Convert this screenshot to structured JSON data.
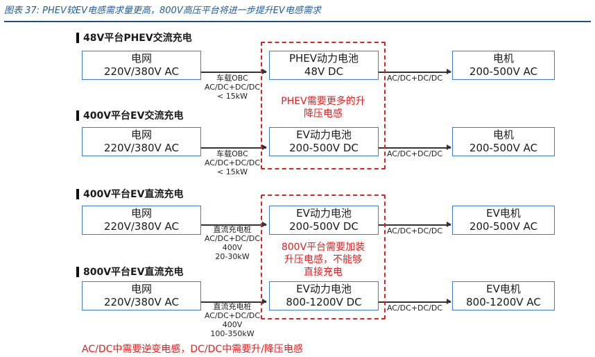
{
  "caption": "图表 37: PHEV较EV电感需求量更高，800V高压平台将进一步提升EV电感需求",
  "sections": [
    {
      "title": "48V平台PHEV交流充电",
      "grid": {
        "line1": "电网",
        "line2": "220V/380V AC"
      },
      "charger": {
        "lines": [
          "车载OBC",
          "AC/DC+DC/DC",
          "< 15kW"
        ]
      },
      "battery": {
        "line1": "PHEV动力电池",
        "line2": "48V DC"
      },
      "converter": "AC/DC+DC/DC",
      "motor": {
        "line1": "电机",
        "line2": "200-500V AC"
      }
    },
    {
      "title": "400V平台EV交流充电",
      "grid": {
        "line1": "电网",
        "line2": "220V/380V AC"
      },
      "charger": {
        "lines": [
          "车载OBC",
          "AC/DC+DC/DC",
          "< 15kW"
        ]
      },
      "battery": {
        "line1": "EV动力电池",
        "line2": "200-500V DC"
      },
      "converter": "AC/DC+DC/DC",
      "motor": {
        "line1": "电机",
        "line2": "200-500V AC"
      }
    },
    {
      "title": "400V平台EV直流充电",
      "grid": {
        "line1": "电网",
        "line2": "220V/380V AC"
      },
      "charger": {
        "lines": [
          "直流充电桩",
          "AC/DC+DC/DC",
          "400V",
          "20-30kW"
        ]
      },
      "battery": {
        "line1": "EV动力电池",
        "line2": "200-500V DC"
      },
      "converter": "AC/DC+DC/DC",
      "motor": {
        "line1": "EV电机",
        "line2": "200-500V AC"
      }
    },
    {
      "title": "800V平台EV直流充电",
      "grid": {
        "line1": "电网",
        "line2": "220V/380V AC"
      },
      "charger": {
        "lines": [
          "直流充电桩",
          "AC/DC+DC/DC",
          "400V",
          "100-350kW"
        ]
      },
      "battery": {
        "line1": "EV动力电池",
        "line2": "800-1200V DC"
      },
      "converter": "AC/DC+DC/DC",
      "motor": {
        "line1": "EV电机",
        "line2": "800-1200V AC"
      }
    }
  ],
  "notes": {
    "phev_line1": "PHEV需要更多的升",
    "phev_line2": "降压电感",
    "v800_line1": "800V平台需要加装",
    "v800_line2": "升压电感，不能够",
    "v800_line3": "直接充电"
  },
  "footer": "AC/DC中需要逆变电感，DC/DC中需要升/降压电感"
}
